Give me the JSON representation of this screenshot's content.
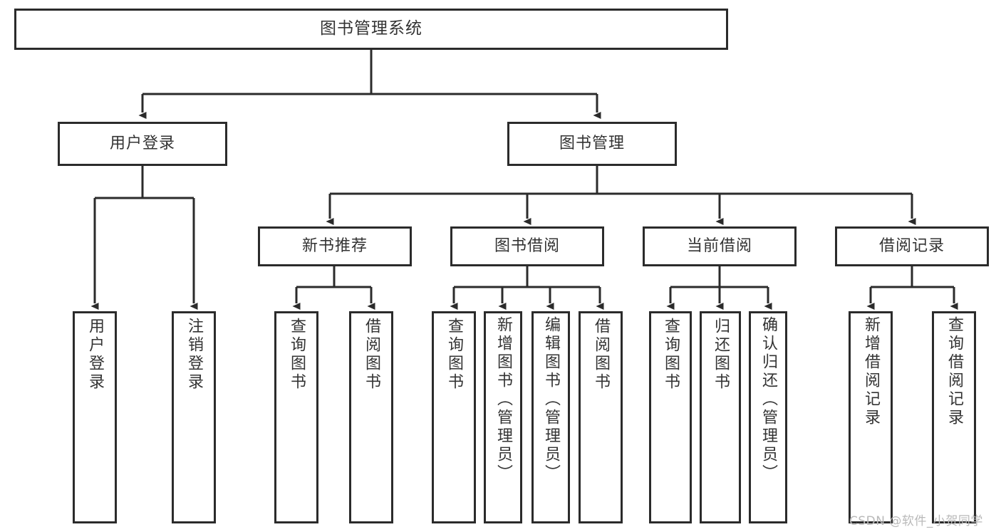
{
  "diagram": {
    "type": "tree-hierarchy",
    "title": "图书管理系统",
    "root": {
      "id": "root",
      "label": "图书管理系统"
    },
    "level1": [
      {
        "id": "user-login",
        "label": "用户登录"
      },
      {
        "id": "book-manage",
        "label": "图书管理"
      }
    ],
    "level2": [
      {
        "id": "new-book-rec",
        "label": "新书推荐",
        "parent": "book-manage"
      },
      {
        "id": "book-borrow",
        "label": "图书借阅",
        "parent": "book-manage"
      },
      {
        "id": "current-borrow",
        "label": "当前借阅",
        "parent": "book-manage"
      },
      {
        "id": "borrow-record",
        "label": "借阅记录",
        "parent": "book-manage"
      }
    ],
    "leaves": [
      {
        "id": "leaf-user-login",
        "label": "用户登录",
        "parent": "user-login"
      },
      {
        "id": "leaf-logout",
        "label": "注销登录",
        "parent": "user-login"
      },
      {
        "id": "leaf-query-book-1",
        "label": "查询图书",
        "parent": "new-book-rec"
      },
      {
        "id": "leaf-borrow-book-1",
        "label": "借阅图书",
        "parent": "new-book-rec"
      },
      {
        "id": "leaf-query-book-2",
        "label": "查询图书",
        "parent": "book-borrow"
      },
      {
        "id": "leaf-add-book",
        "label": "新增图书（管理员）",
        "parent": "book-borrow"
      },
      {
        "id": "leaf-edit-book",
        "label": "编辑图书（管理员）",
        "parent": "book-borrow"
      },
      {
        "id": "leaf-borrow-book-2",
        "label": "借阅图书",
        "parent": "book-borrow"
      },
      {
        "id": "leaf-query-book-3",
        "label": "查询图书",
        "parent": "current-borrow"
      },
      {
        "id": "leaf-return-book",
        "label": "归还图书",
        "parent": "current-borrow"
      },
      {
        "id": "leaf-confirm-return",
        "label": "确认归还（管理员）",
        "parent": "current-borrow"
      },
      {
        "id": "leaf-add-record",
        "label": "新增借阅记录",
        "parent": "borrow-record"
      },
      {
        "id": "leaf-query-record",
        "label": "查询借阅记录",
        "parent": "borrow-record"
      }
    ]
  },
  "watermark": {
    "text": "CSDN @软件_小贺同学"
  },
  "colors": {
    "background": "#ffffff",
    "box_border": "#2b2b2b",
    "box_fill": "#ffffff",
    "text": "#333333",
    "connector": "#2b2b2b",
    "watermark": "#b9b9b9"
  }
}
